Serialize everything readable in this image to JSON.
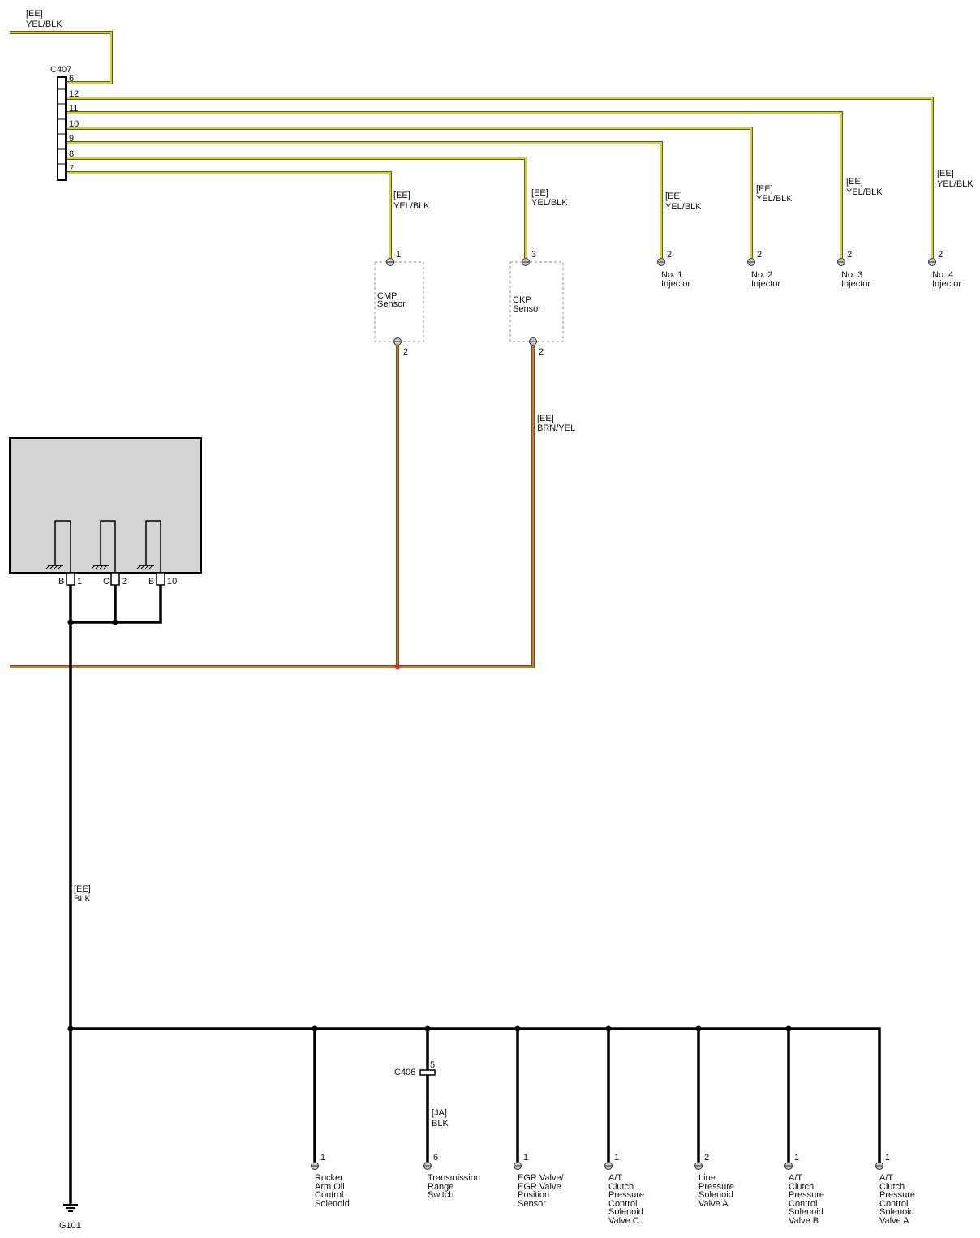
{
  "top_wire": {
    "harness": "[EE]",
    "color": "YEL/BLK"
  },
  "connector_c407": {
    "name": "C407",
    "pins": [
      "6",
      "12",
      "11",
      "10",
      "9",
      "8",
      "7"
    ]
  },
  "devices_top": [
    {
      "harness": "[EE]",
      "color": "YEL/BLK",
      "pin": "1",
      "label": [
        "CMP",
        "Sensor"
      ]
    },
    {
      "harness": "[EE]",
      "color": "YEL/BLK",
      "pin": "3",
      "label": [
        "CKP",
        "Sensor"
      ]
    },
    {
      "harness": "[EE]",
      "color": "YEL/BLK",
      "pin": "2",
      "label": [
        "No. 1",
        "Injector"
      ]
    },
    {
      "harness": "[EE]",
      "color": "YEL/BLK",
      "pin": "2",
      "label": [
        "No. 2",
        "Injector"
      ]
    },
    {
      "harness": "[EE]",
      "color": "YEL/BLK",
      "pin": "2",
      "label": [
        "No. 3",
        "Injector"
      ]
    },
    {
      "harness": "[EE]",
      "color": "YEL/BLK",
      "pin": "2",
      "label": [
        "No. 4",
        "Injector"
      ]
    }
  ],
  "sensor_bottom_pins": [
    "2",
    "2"
  ],
  "ckp_return_wire": {
    "harness": "[EE]",
    "color": "BRN/YEL"
  },
  "ecm_ground_pins": [
    {
      "letter": "B",
      "num": "1"
    },
    {
      "letter": "C",
      "num": "2"
    },
    {
      "letter": "B",
      "num": "10"
    }
  ],
  "ground_wire": {
    "harness": "[EE]",
    "color": "BLK"
  },
  "ground_point": "G101",
  "connector_c406": {
    "name": "C406",
    "pin": "5",
    "harness": "[JA]",
    "color": "BLK"
  },
  "devices_bottom": [
    {
      "pin": "1",
      "label": [
        "Rocker",
        "Arm Oil",
        "Control",
        "Solenoid"
      ]
    },
    {
      "pin": "6",
      "label": [
        "Transmission",
        "Range",
        "Switch"
      ]
    },
    {
      "pin": "1",
      "label": [
        "EGR Valve/",
        "EGR Valve",
        "Position",
        "Sensor"
      ]
    },
    {
      "pin": "1",
      "label": [
        "A/T",
        "Clutch",
        "Pressure",
        "Control",
        "Solenoid",
        "Valve C"
      ]
    },
    {
      "pin": "2",
      "label": [
        "Line",
        "Pressure",
        "Solenoid",
        "Valve A"
      ]
    },
    {
      "pin": "1",
      "label": [
        "A/T",
        "Clutch",
        "Pressure",
        "Control",
        "Solenoid",
        "Valve B"
      ]
    },
    {
      "pin": "1",
      "label": [
        "A/T",
        "Clutch",
        "Pressure",
        "Control",
        "Solenoid",
        "Valve A"
      ]
    }
  ],
  "colors": {
    "yellow_wire": "#d8d800",
    "orange_wire": "#e07800",
    "ground_wire": "#000000",
    "ecm_fill": "#d4d4d4"
  }
}
